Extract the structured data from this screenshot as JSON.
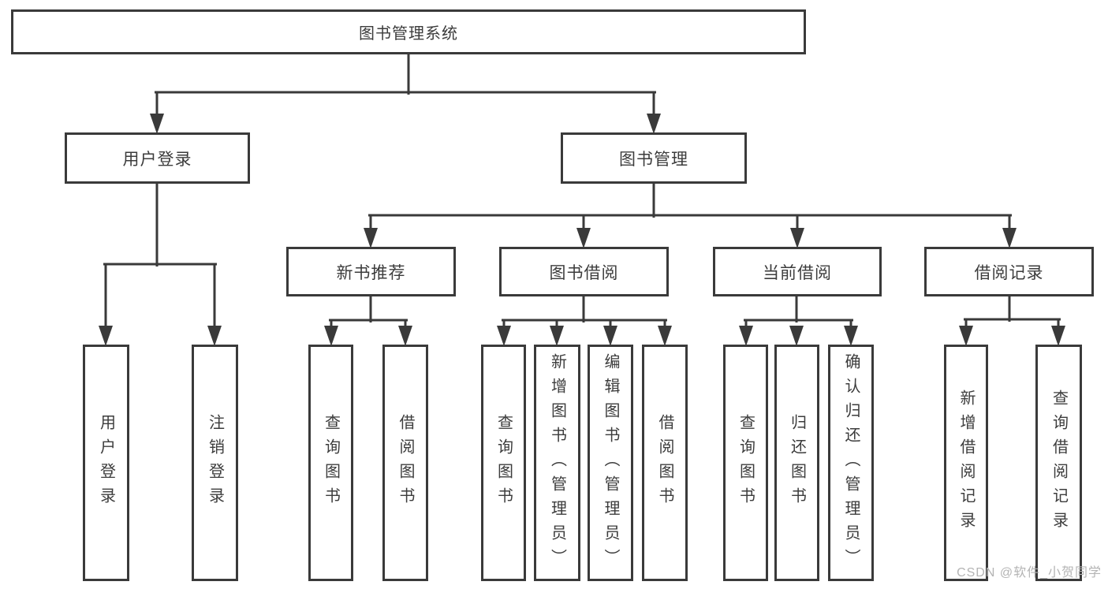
{
  "colors": {
    "line": "#3a3a3a",
    "box_border": "#3a3a3a",
    "box_background": "#ffffff",
    "text": "#3c3c3c",
    "watermark": "#b4b4b4"
  },
  "root": {
    "label": "图书管理系统"
  },
  "level2": [
    {
      "label": "用户登录"
    },
    {
      "label": "图书管理"
    }
  ],
  "level3": [
    {
      "label": "新书推荐"
    },
    {
      "label": "图书借阅"
    },
    {
      "label": "当前借阅"
    },
    {
      "label": "借阅记录"
    }
  ],
  "leaves": {
    "user": [
      {
        "label": "用户登录"
      },
      {
        "label": "注销登录"
      }
    ],
    "newbook": [
      {
        "label": "查询图书"
      },
      {
        "label": "借阅图书"
      }
    ],
    "borrow": [
      {
        "label": "查询图书"
      },
      {
        "label": "新增图书（管理员）"
      },
      {
        "label": "编辑图书（管理员）"
      },
      {
        "label": "借阅图书"
      }
    ],
    "current": [
      {
        "label": "查询图书"
      },
      {
        "label": "归还图书"
      },
      {
        "label": "确认归还（管理员）"
      }
    ],
    "records": [
      {
        "label": "新增借阅记录"
      },
      {
        "label": "查询借阅记录"
      }
    ]
  },
  "watermark": "CSDN @软件_小贺同学"
}
